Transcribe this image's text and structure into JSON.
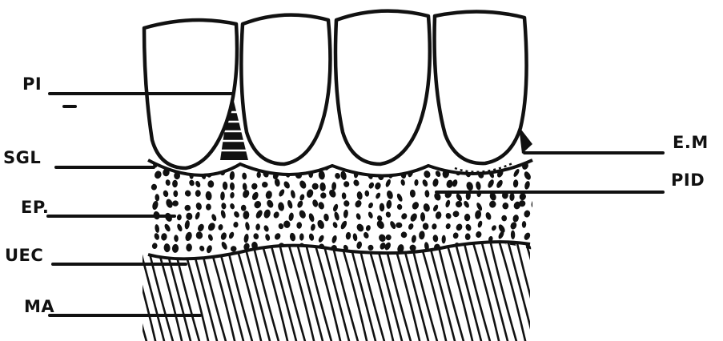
{
  "labels": {
    "pi": "PI",
    "sgl": "SGL",
    "ep": "EP.",
    "uec": "UEC",
    "ma": "MA",
    "em": "E.M",
    "pid": "PID"
  },
  "colors": {
    "ink": "#111111",
    "background": "#ffffff"
  }
}
